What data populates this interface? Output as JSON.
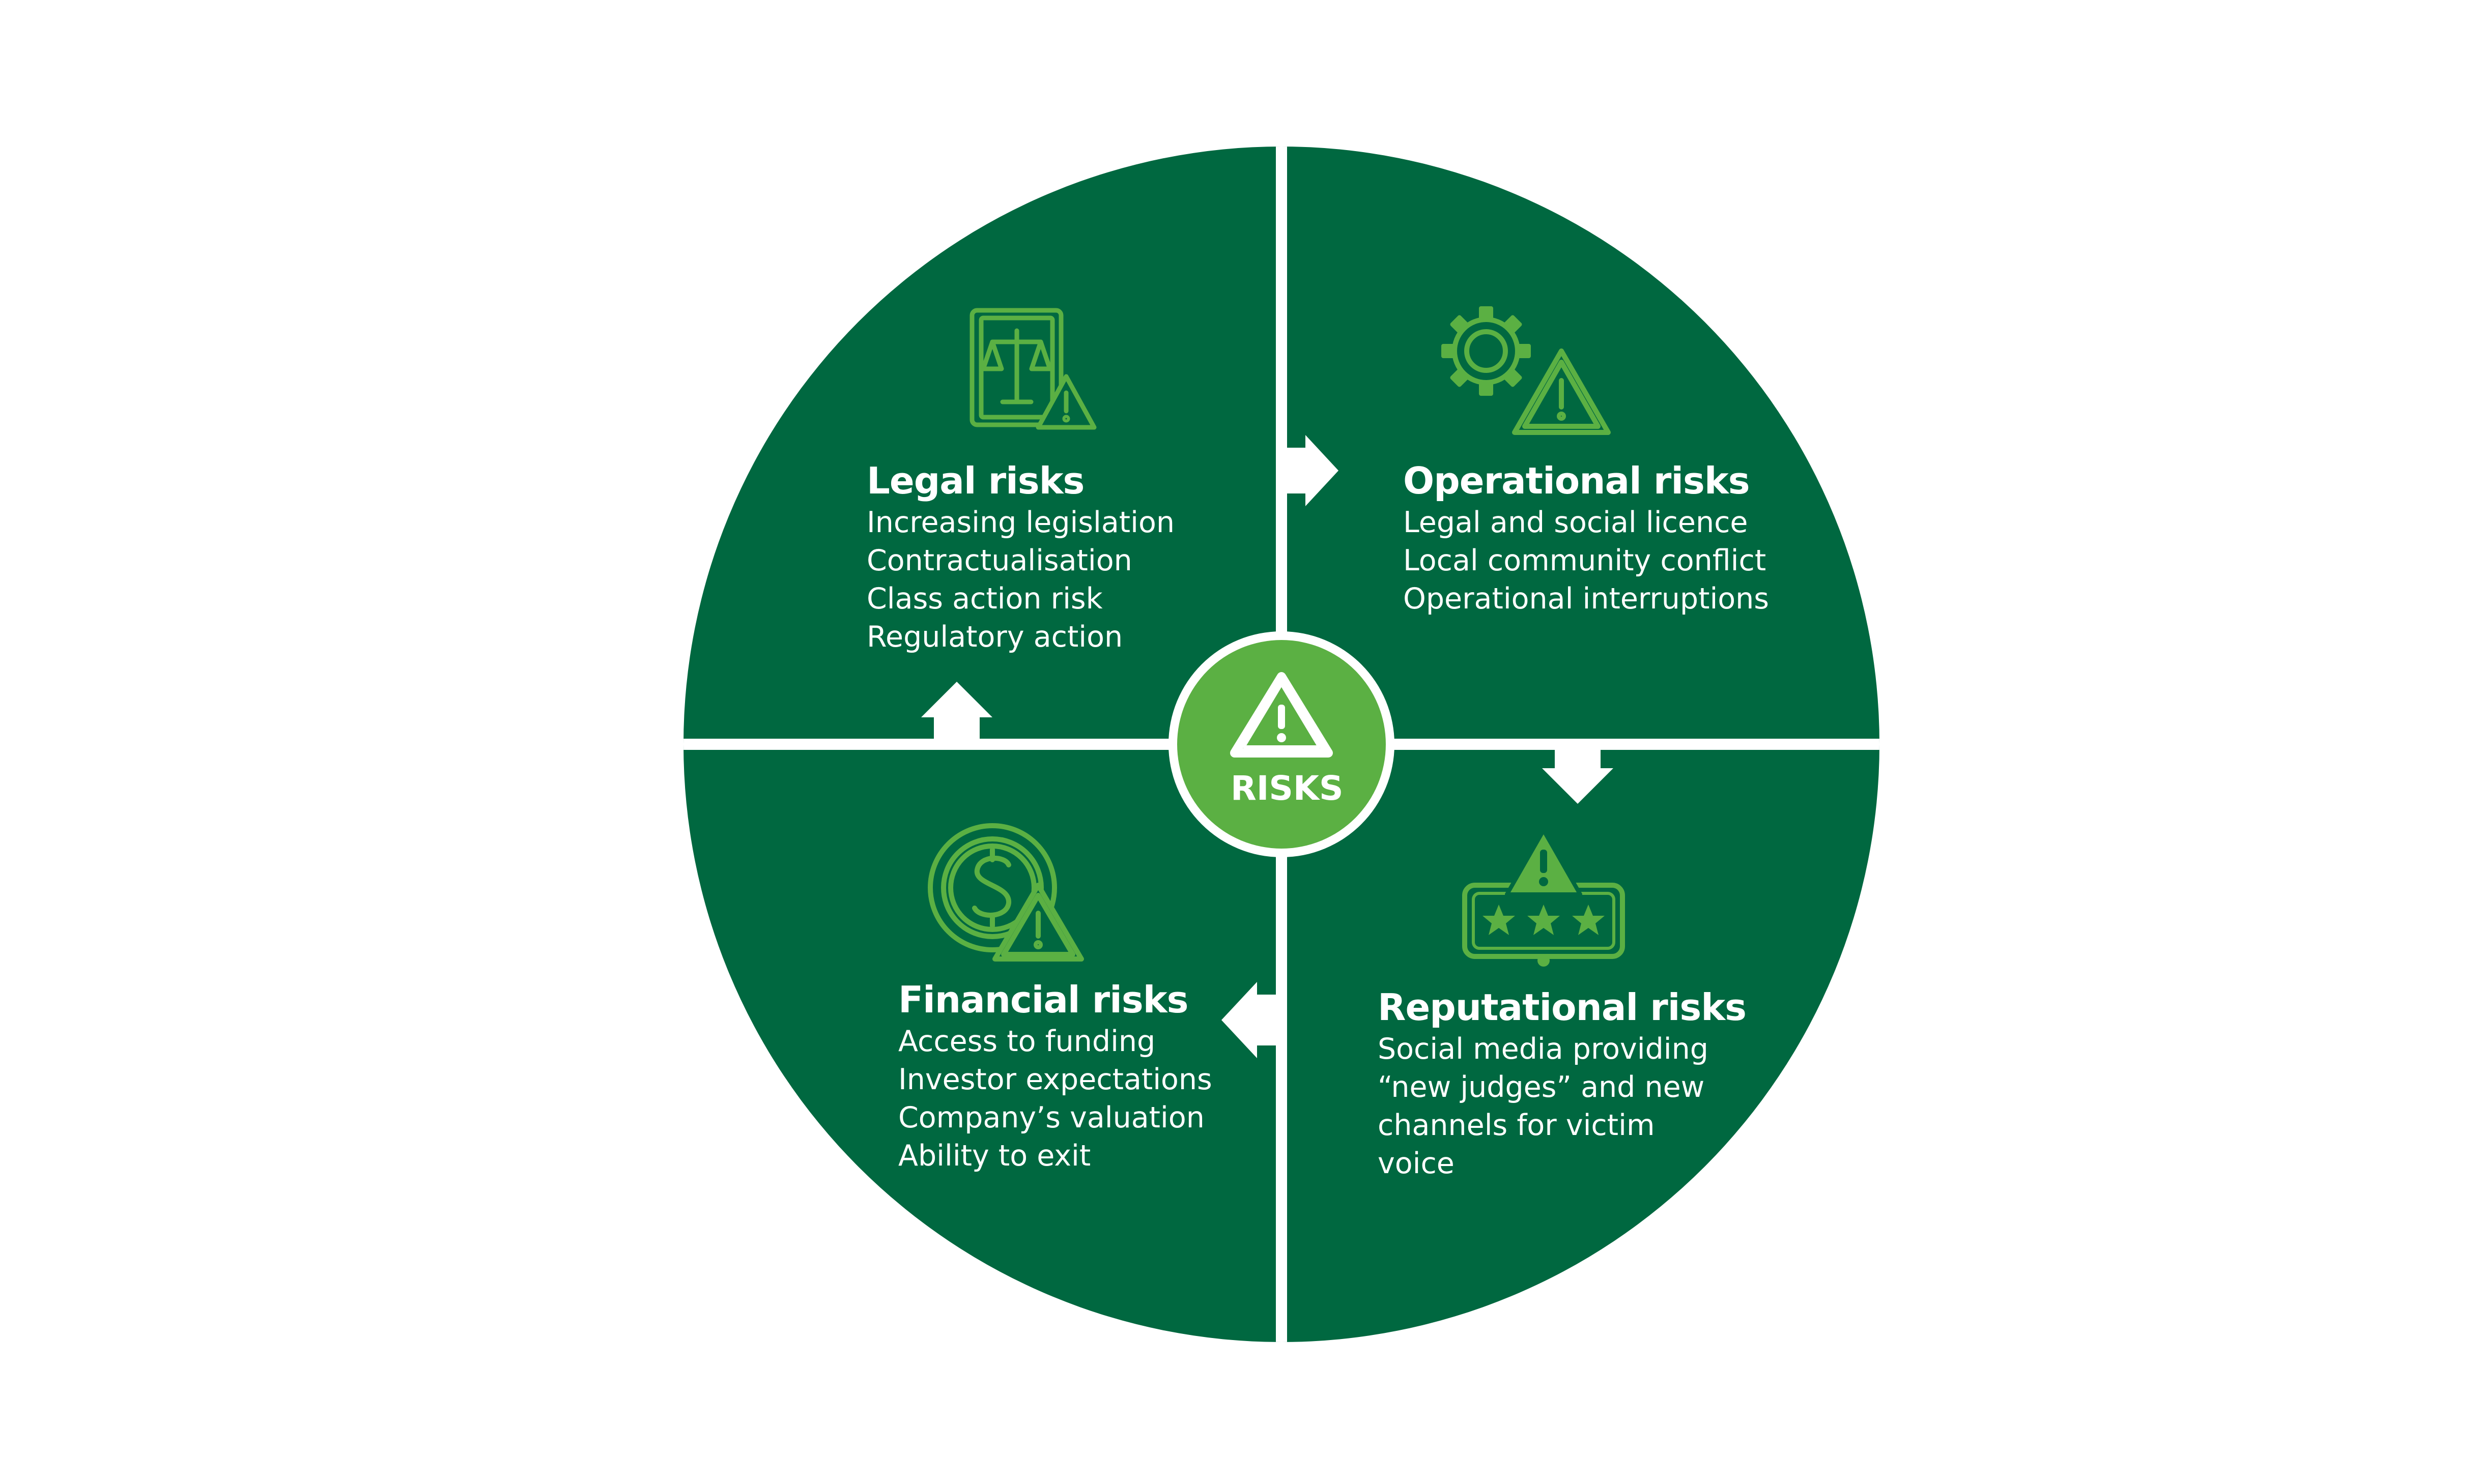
{
  "colors": {
    "dark_green": "#006840",
    "light_green": "#5bb043",
    "divider": "#ffffff"
  },
  "center": {
    "label": "RISKS",
    "icon": "warning-triangle-icon"
  },
  "quadrants": {
    "legal": {
      "title": "Legal risks",
      "icon": "law-book-warning-icon",
      "items": [
        "Increasing legislation",
        "Contractualisation",
        "Class action risk",
        "Regulatory action"
      ]
    },
    "operational": {
      "title": "Operational risks",
      "icon": "gear-warning-icon",
      "items": [
        "Legal and social licence",
        "Local community conflict",
        "Operational interruptions"
      ]
    },
    "reputational": {
      "title": "Reputational risks",
      "icon": "rating-stars-warning-icon",
      "items": [
        "Social media providing",
        "“new judges” and new",
        "channels for victim",
        "voice"
      ]
    },
    "financial": {
      "title": "Financial risks",
      "icon": "dollar-coin-warning-icon",
      "items": [
        "Access to funding",
        "Investor expectations",
        "Company’s valuation",
        "Ability to exit"
      ]
    }
  },
  "flow_arrows": [
    "arrow-right-icon",
    "arrow-down-icon",
    "arrow-left-icon",
    "arrow-up-icon"
  ]
}
